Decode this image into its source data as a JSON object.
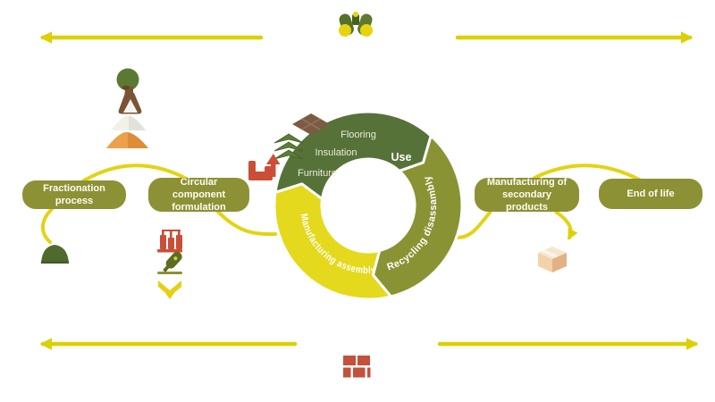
{
  "pills": [
    {
      "id": "fractionation",
      "label": "Fractionation process"
    },
    {
      "id": "formulation",
      "label": "Circular component formulation"
    },
    {
      "id": "secondary_products",
      "label": "Manufacturing of secondary products"
    },
    {
      "id": "end_of_life",
      "label": "End of life"
    }
  ],
  "ring": {
    "segments": [
      {
        "label": "Use",
        "color": "#567239"
      },
      {
        "label": "Recycling disassambly",
        "color": "#8a9334"
      },
      {
        "label": "Manufacturing assembly",
        "color": "#e4d91d"
      }
    ],
    "use_items": [
      "Flooring",
      "Insulation",
      "Furniture"
    ]
  },
  "icons": [
    "binoculars-icon",
    "tree-icon",
    "flask-icon",
    "white-powder-icon",
    "orange-powder-icon",
    "biomass-mound-icon",
    "factory-icon",
    "resin-bottle-icon",
    "down-arrow-icon",
    "flooring-tile-icon",
    "insulation-stack-icon",
    "loader-icon",
    "cardboard-box-icon",
    "bricks-icon"
  ],
  "colors": {
    "background": "#ffffff",
    "arrow_yellow": "#dcd000",
    "pill_olive": "#8d9135",
    "segment_dark_green": "#567239",
    "segment_olive": "#8a9334",
    "segment_yellow": "#e4d91d",
    "brick_red": "#c4513b",
    "box_tan": "#f0cda3"
  }
}
